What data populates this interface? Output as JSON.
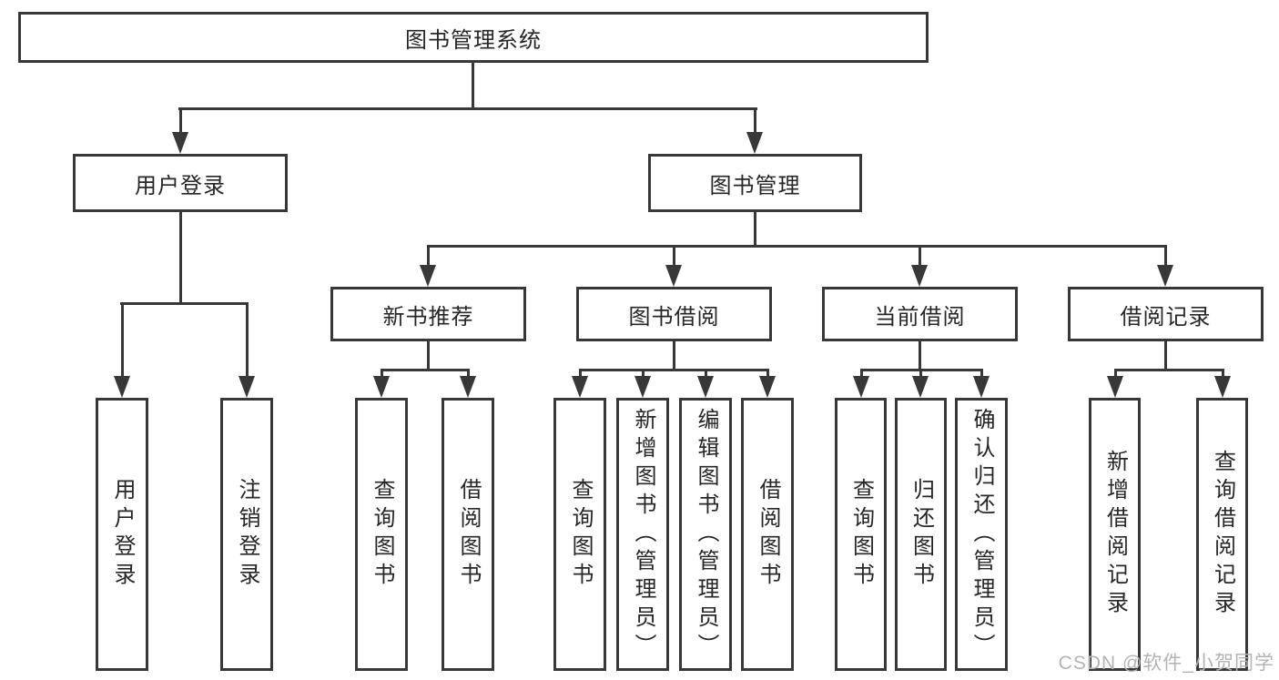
{
  "watermark": "CSDN @软件_小贺同学",
  "colors": {
    "line": "#383838",
    "text": "#262626",
    "background": "#ffffff",
    "watermark": "#b3b3b3"
  },
  "tree": {
    "label": "图书管理系统",
    "children": [
      {
        "label": "用户登录",
        "children": [
          {
            "label": "用户登录"
          },
          {
            "label": "注销登录"
          }
        ]
      },
      {
        "label": "图书管理",
        "children": [
          {
            "label": "新书推荐",
            "children": [
              {
                "label": "查询图书"
              },
              {
                "label": "借阅图书"
              }
            ]
          },
          {
            "label": "图书借阅",
            "children": [
              {
                "label": "查询图书"
              },
              {
                "label": "新增图书（管理员）"
              },
              {
                "label": "编辑图书（管理员）"
              },
              {
                "label": "借阅图书"
              }
            ]
          },
          {
            "label": "当前借阅",
            "children": [
              {
                "label": "查询图书"
              },
              {
                "label": "归还图书"
              },
              {
                "label": "确认归还（管理员）"
              }
            ]
          },
          {
            "label": "借阅记录",
            "children": [
              {
                "label": "新增借阅记录"
              },
              {
                "label": "查询借阅记录"
              }
            ]
          }
        ]
      }
    ]
  }
}
